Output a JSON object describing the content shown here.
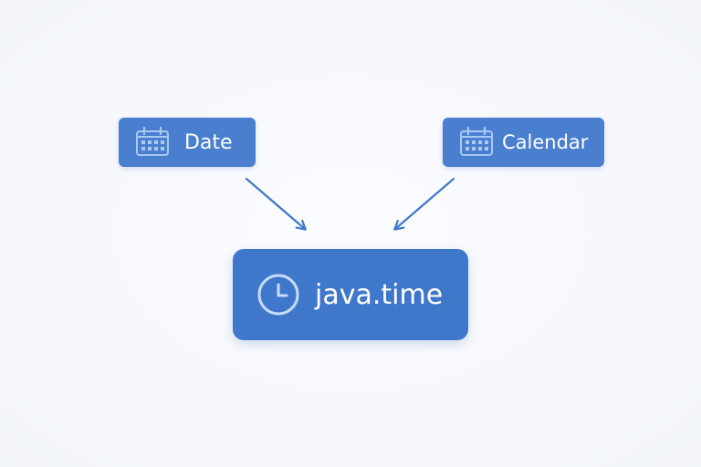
{
  "diagram": {
    "nodes": [
      {
        "id": "date",
        "label": "Date",
        "icon": "calendar-icon"
      },
      {
        "id": "calendar",
        "label": "Calendar",
        "icon": "calendar-icon"
      },
      {
        "id": "java-time",
        "label": "java.time",
        "icon": "clock-icon"
      }
    ],
    "edges": [
      {
        "from": "date",
        "to": "java-time"
      },
      {
        "from": "calendar",
        "to": "java-time"
      }
    ]
  },
  "colors": {
    "node_fill": "#4a7fcf",
    "node_fill_main": "#3f78cb",
    "icon_light": "#a9c9f4",
    "icon_main": "#c7dbfa",
    "arrow": "#3f78cb",
    "background": "#f6f7fb"
  }
}
